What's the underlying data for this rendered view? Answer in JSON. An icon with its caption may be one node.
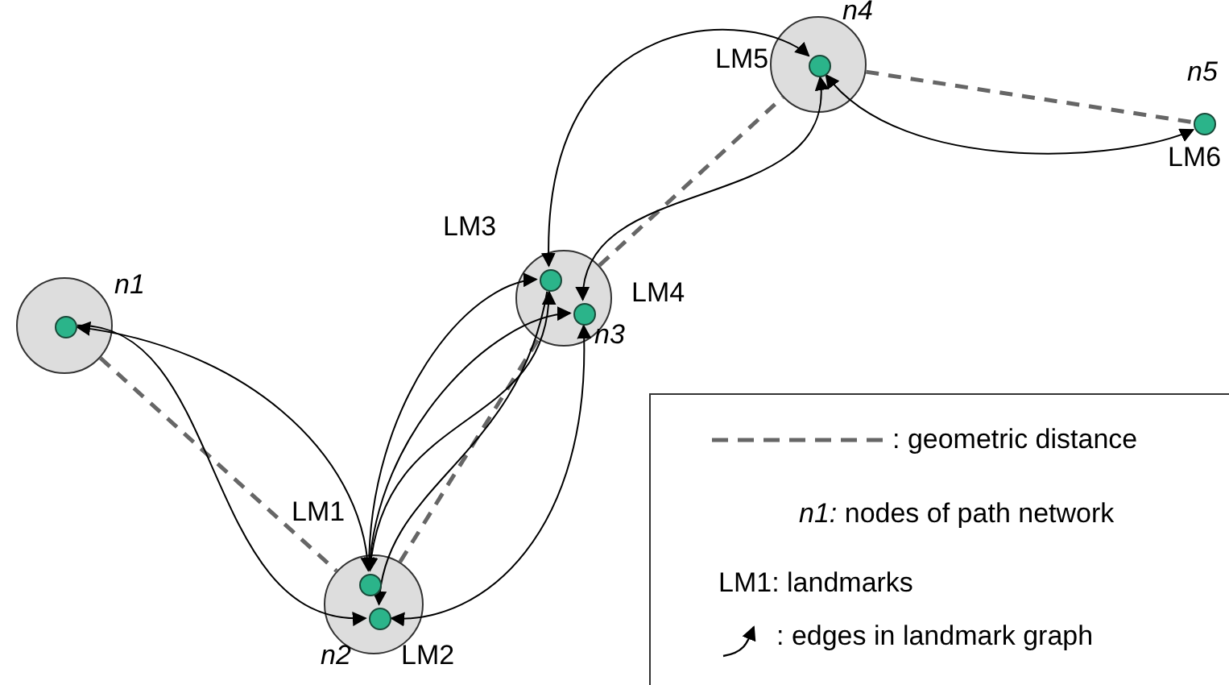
{
  "diagram": {
    "nodes": [
      {
        "text": [
          "n1"
        ]
      },
      {
        "text": [],
        "shape": "circle",
        "in": 0
      },
      {
        "text": [
          "n2"
        ]
      },
      {
        "text": [
          "LM1"
        ],
        "in": 2
      },
      {
        "text": [
          "LM2"
        ],
        "in": 2
      },
      {
        "text": [
          "n3"
        ]
      },
      {
        "text": [
          "LM3"
        ],
        "in": 5
      },
      {
        "text": [
          "LM4"
        ],
        "in": 5
      },
      {
        "text": [
          "n4"
        ]
      },
      {
        "text": [
          "LM5"
        ],
        "in": 8
      },
      {
        "text": [
          "n5",
          "LM6"
        ]
      }
    ],
    "edges": [
      {
        "from": 0,
        "to": 2,
        "arrow": "none",
        "style": "dashed",
        "color": "#666666"
      },
      {
        "from": 2,
        "to": 5,
        "arrow": "none",
        "style": "dashed",
        "color": "#666666"
      },
      {
        "from": 5,
        "to": 8,
        "arrow": "none",
        "style": "dashed",
        "color": "#666666"
      },
      {
        "from": 8,
        "to": 10,
        "arrow": "none",
        "style": "dashed",
        "color": "#666666"
      },
      {
        "from": 1,
        "to": 3,
        "arrow": "both"
      },
      {
        "from": 1,
        "to": 4,
        "arrow": "to"
      },
      {
        "from": 3,
        "to": 6,
        "arrow": "to"
      },
      {
        "from": 3,
        "to": 7,
        "arrow": "to"
      },
      {
        "from": 6,
        "to": 3,
        "arrow": "both"
      },
      {
        "from": 6,
        "to": 4,
        "arrow": "to"
      },
      {
        "from": 7,
        "to": 4,
        "arrow": "both"
      },
      {
        "from": 6,
        "to": 9,
        "arrow": "both"
      },
      {
        "from": 7,
        "to": 9,
        "arrow": "both"
      },
      {
        "from": 9,
        "to": 10,
        "arrow": "both"
      }
    ],
    "labels": [
      "*n1:* nodes of path network",
      "LM1: landmarks"
    ],
    "legend": [
      {
        "text": ": geometric distance"
      },
      {
        "text": ": edges in landmark graph"
      }
    ]
  }
}
